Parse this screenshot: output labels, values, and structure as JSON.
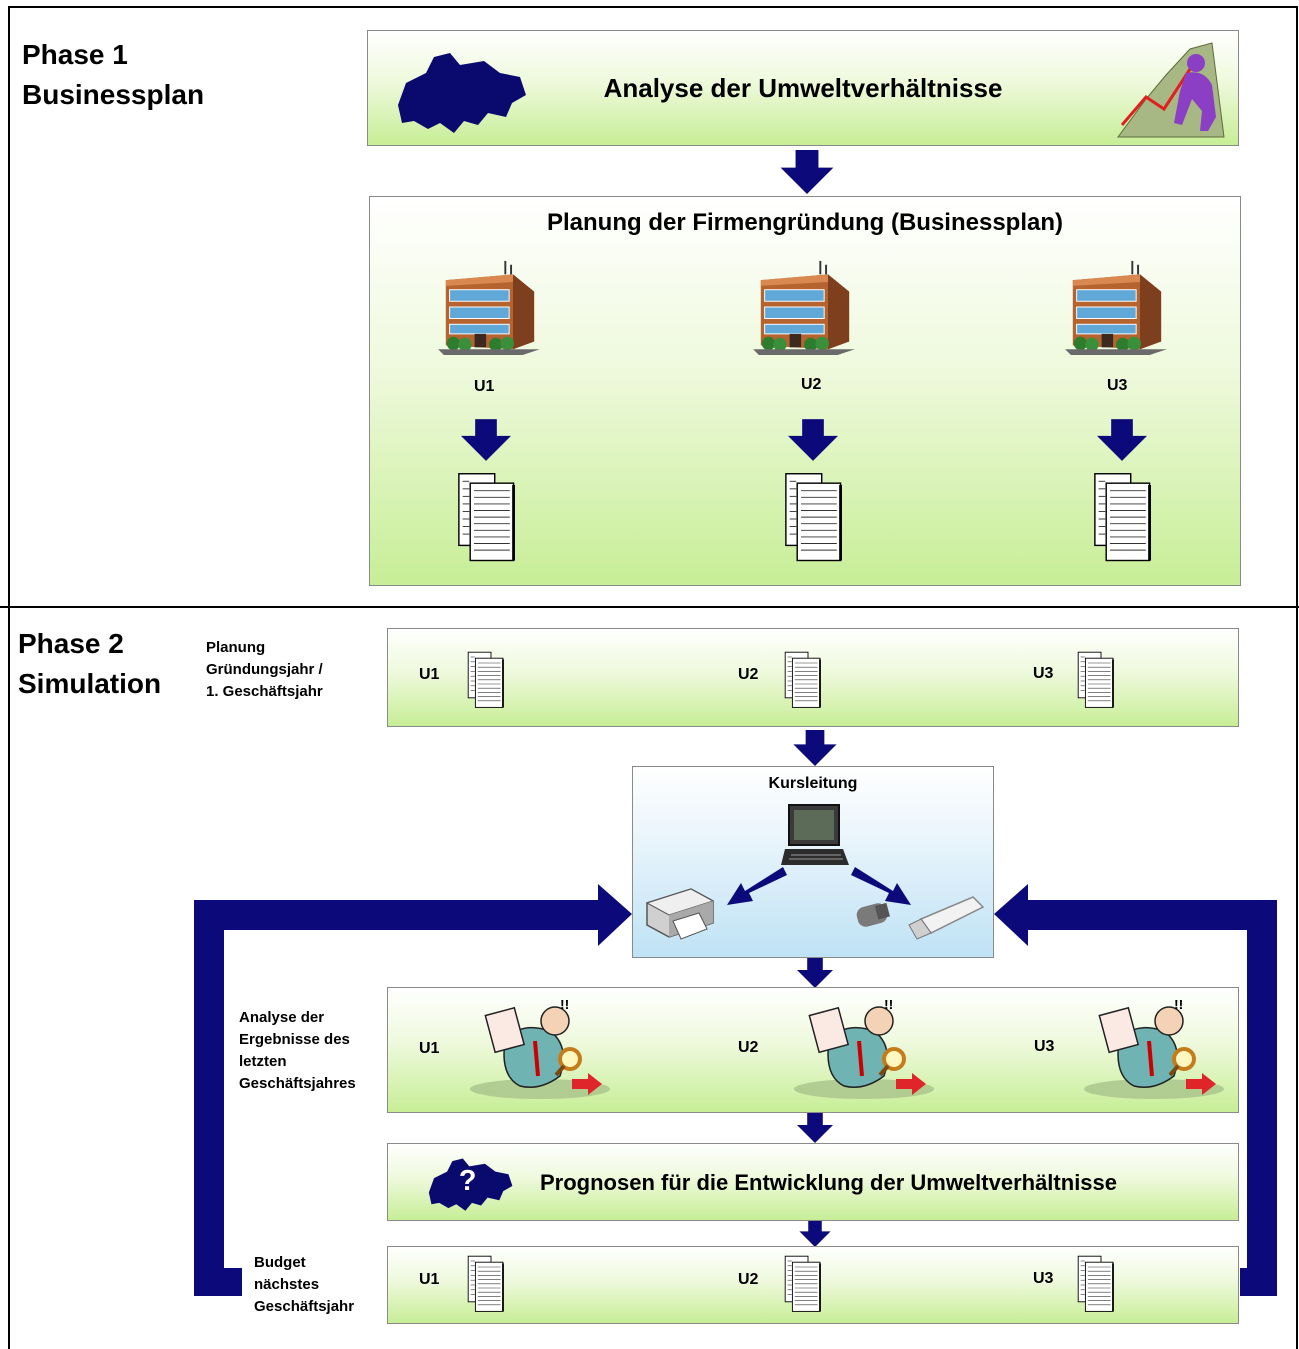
{
  "phase1": {
    "heading_line1": "Phase 1",
    "heading_line2": "Businessplan",
    "analysis_title": "Analyse der Umweltverhältnisse",
    "planning_title": "Planung der Firmengründung (Businessplan)",
    "companies": [
      "U1",
      "U2",
      "U3"
    ]
  },
  "phase2": {
    "heading_line1": "Phase 2",
    "heading_line2": "Simulation",
    "planning_label_line1": "Planung",
    "planning_label_line2": "Gründungsjahr /",
    "planning_label_line3": "1. Geschäftsjahr",
    "kursleitung": "Kursleitung",
    "analysis_label_line1": "Analyse der",
    "analysis_label_line2": "Ergebnisse des",
    "analysis_label_line3": "letzten",
    "analysis_label_line4": "Geschäftsjahres",
    "forecast_title": "Prognosen für die Entwicklung der Umweltverhältnisse",
    "budget_label_line1": "Budget",
    "budget_label_line2": "nächstes",
    "budget_label_line3": "Geschäftsjahr",
    "companies": [
      "U1",
      "U2",
      "U3"
    ]
  },
  "colors": {
    "arrow": "#0c0a7a",
    "box_green": "#c7ee96",
    "box_blue": "#bfe2f5",
    "map": "#0a0a6e"
  }
}
